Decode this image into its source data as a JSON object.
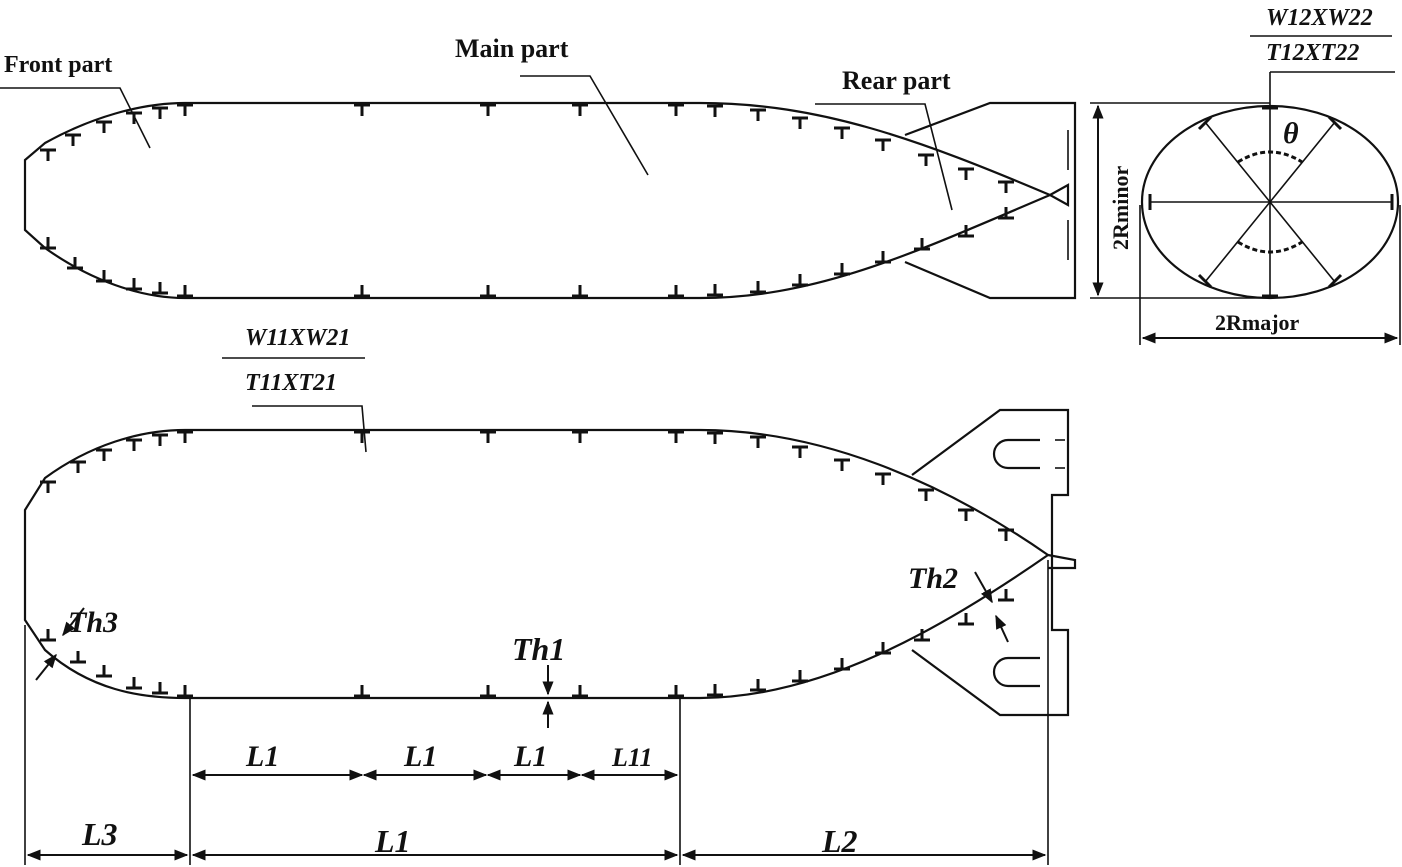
{
  "labels": {
    "front_part": "Front part",
    "main_part": "Main part",
    "rear_part": "Rear part",
    "stiffener_top_w": "W12XW22",
    "stiffener_top_t": "T12XT22",
    "stiffener_side_w": "W11XW21",
    "stiffener_side_t": "T11XT21",
    "r_minor": "2Rminor",
    "r_major": "2Rmajor",
    "theta": "θ",
    "th1": "Th1",
    "th2": "Th2",
    "th3": "Th3",
    "l1_a": "L1",
    "l1_b": "L1",
    "l1_c": "L1",
    "l11": "L11",
    "l3": "L3",
    "l1_total": "L1",
    "l2": "L2"
  },
  "colors": {
    "line": "#111111",
    "background": "#ffffff"
  }
}
